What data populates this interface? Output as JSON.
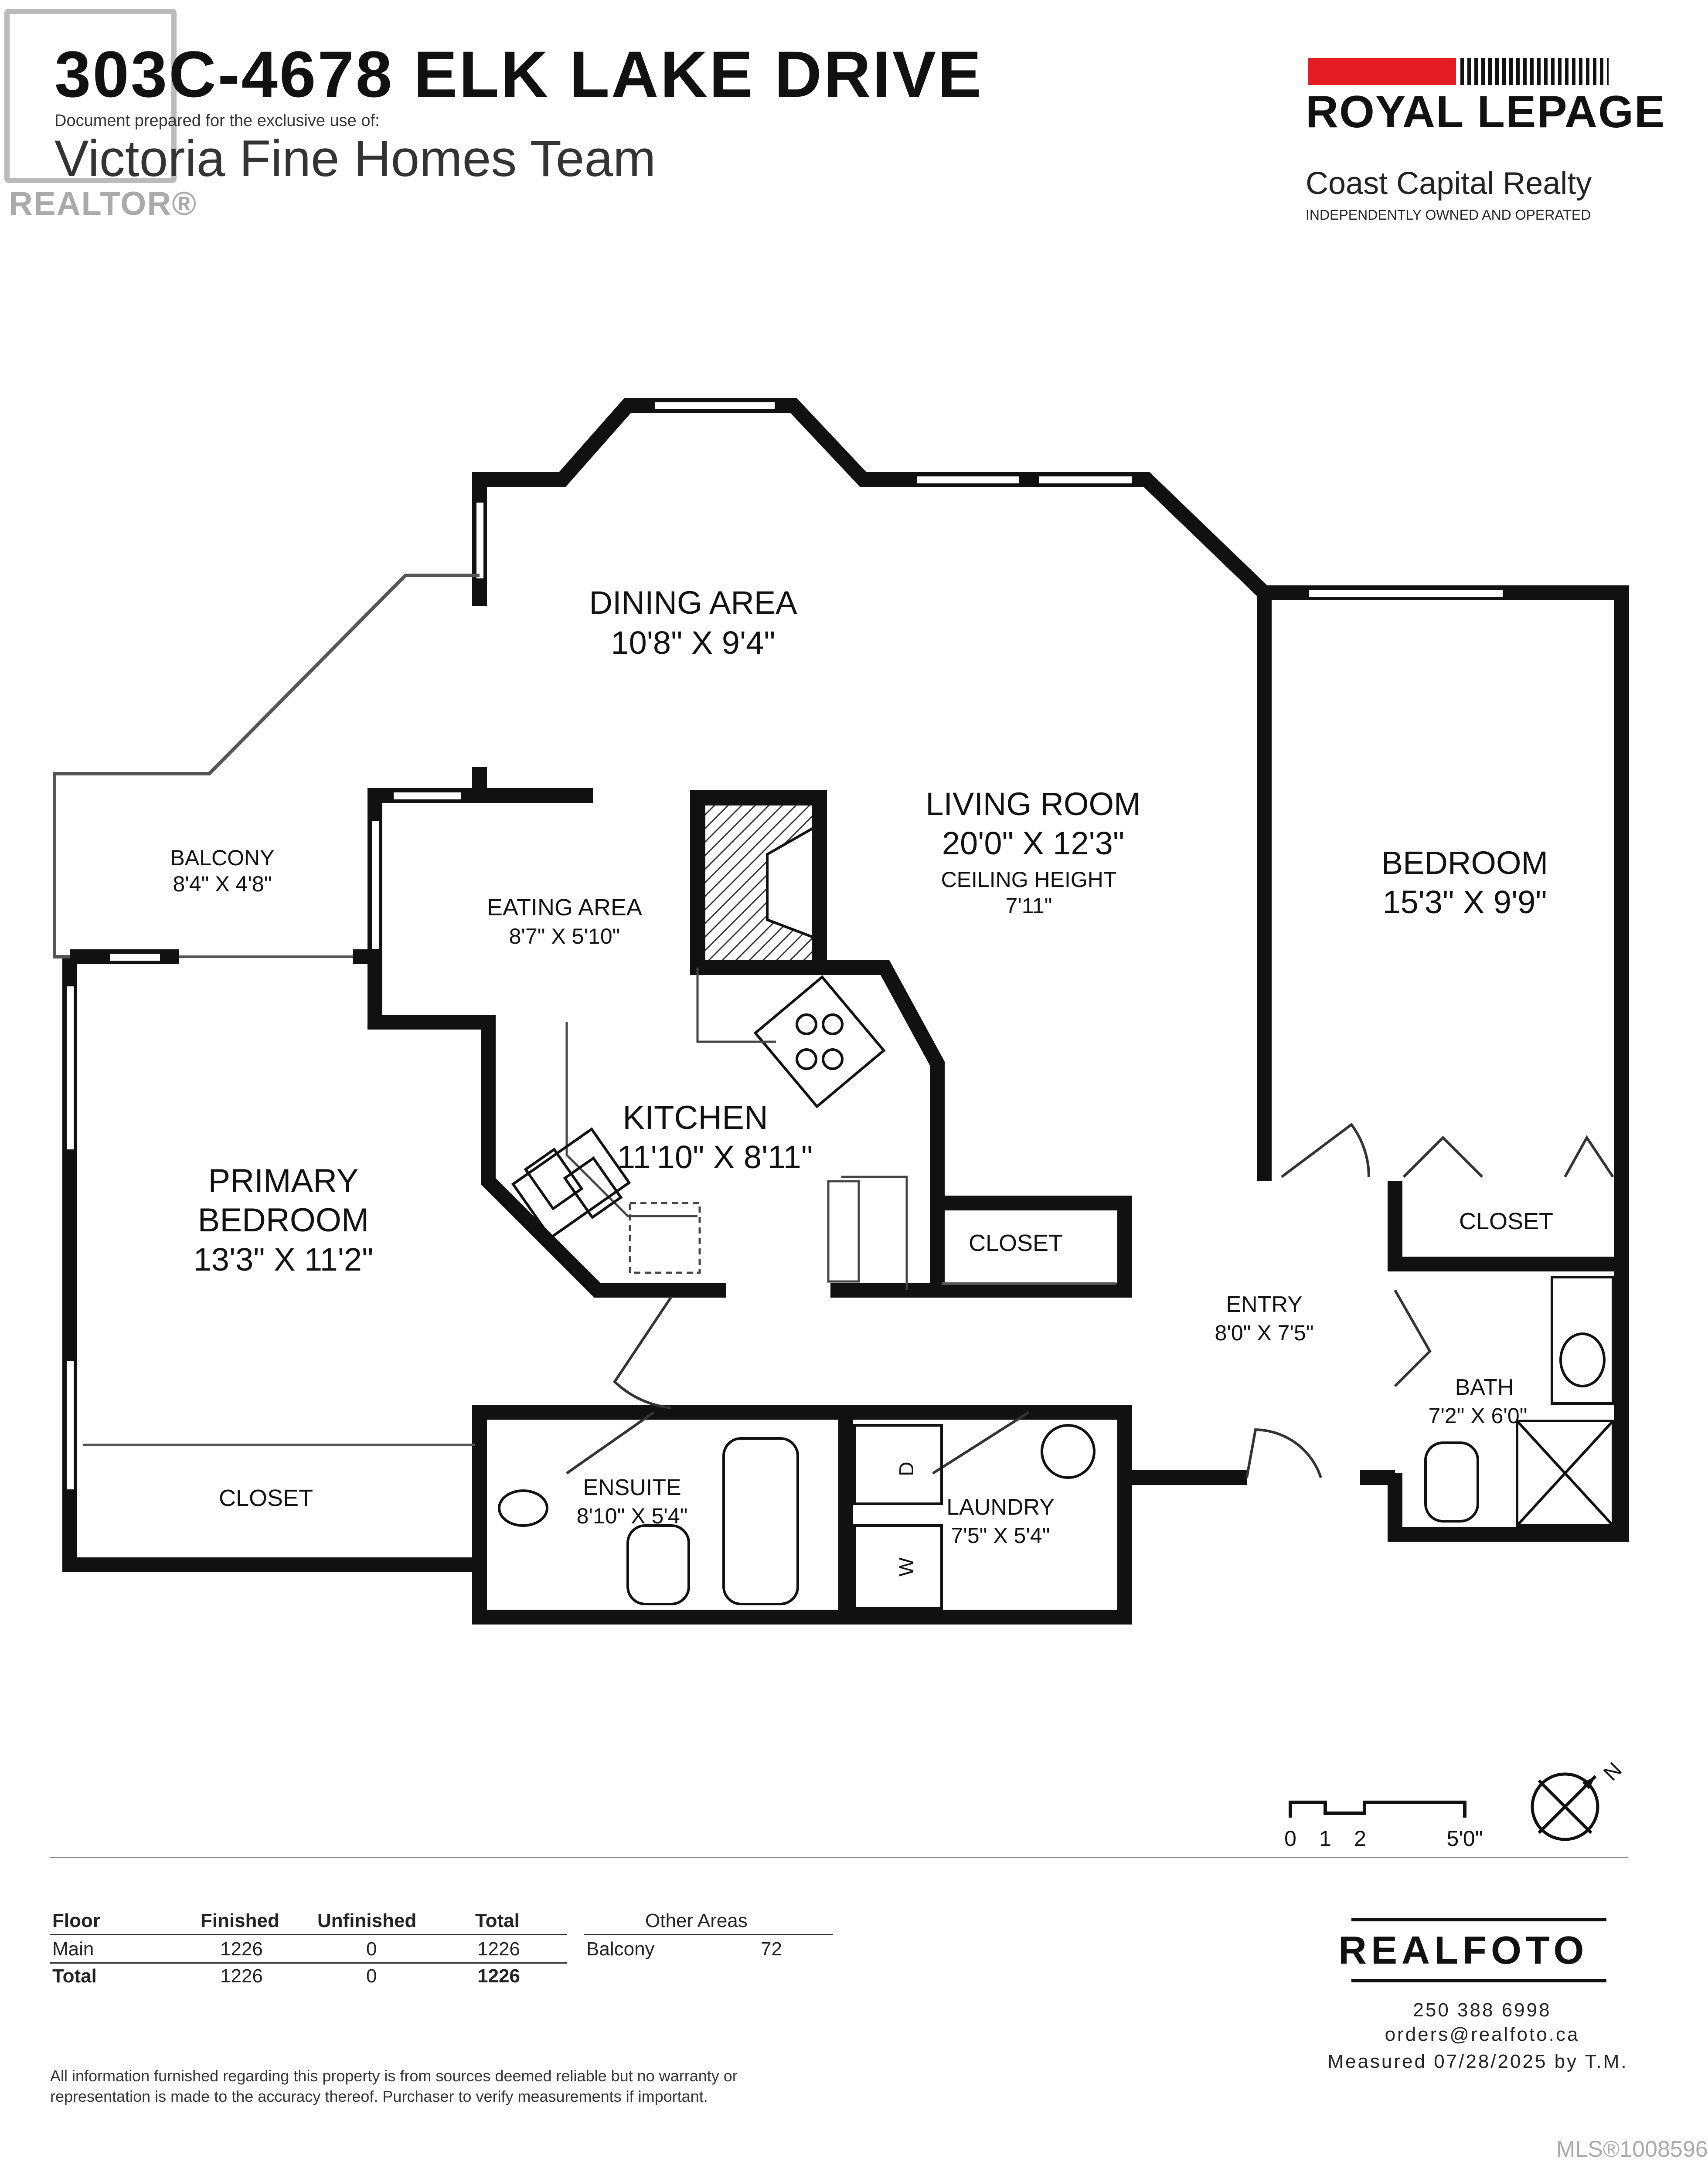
{
  "header": {
    "address": "303C-4678 ELK LAKE DRIVE",
    "prepared_for": "Document prepared for the exclusive use of:",
    "team": "Victoria Fine Homes Team",
    "realtor_mark": "REALTOR®"
  },
  "brokerage": {
    "name": "ROYAL LEPAGE",
    "office": "Coast Capital Realty",
    "tagline": "INDEPENDENTLY OWNED AND OPERATED",
    "brand_red": "#e41b23"
  },
  "rooms": {
    "dining": {
      "name": "DINING AREA",
      "size": "10'8\" X 9'4\""
    },
    "living": {
      "name": "LIVING ROOM",
      "size": "20'0\" X 12'3\"",
      "note": "CEILING HEIGHT",
      "note_value": "7'11\""
    },
    "bedroom": {
      "name": "BEDROOM",
      "size": "15'3\" X 9'9\""
    },
    "balcony": {
      "name": "BALCONY",
      "size": "8'4\" X 4'8\""
    },
    "eating": {
      "name": "EATING AREA",
      "size": "8'7\" X 5'10\""
    },
    "kitchen": {
      "name": "KITCHEN",
      "size": "11'10\" X 8'11\""
    },
    "primary": {
      "name_line1": "PRIMARY",
      "name_line2": "BEDROOM",
      "size": "13'3\" X 11'2\""
    },
    "closet_center": {
      "name": "CLOSET"
    },
    "closet_bedroom": {
      "name": "CLOSET"
    },
    "closet_primary": {
      "name": "CLOSET"
    },
    "entry": {
      "name": "ENTRY",
      "size": "8'0\" X 7'5\""
    },
    "bath": {
      "name": "BATH",
      "size": "7'2\" X 6'0\""
    },
    "ensuite": {
      "name": "ENSUITE",
      "size": "8'10\" X 5'4\""
    },
    "laundry": {
      "name": "LAUNDRY",
      "size": "7'5\" X 5'4\""
    }
  },
  "appliances": {
    "dryer": "D",
    "washer": "W"
  },
  "scale": {
    "t0": "0",
    "t1": "1",
    "t2": "2",
    "t5": "5'0\""
  },
  "compass": {
    "north": "N"
  },
  "area_table": {
    "headers": [
      "Floor",
      "Finished",
      "Unfinished",
      "Total"
    ],
    "rows": [
      {
        "floor": "Main",
        "finished": "1226",
        "unfinished": "0",
        "total": "1226"
      },
      {
        "floor": "Total",
        "finished": "1226",
        "unfinished": "0",
        "total": "1226"
      }
    ],
    "other_header": "Other Areas",
    "other": {
      "name": "Balcony",
      "value": "72"
    }
  },
  "footer": {
    "brand": "REALFOTO",
    "phone": "250 388 6998",
    "email": "orders@realfoto.ca",
    "measured": "Measured 07/28/2025 by T.M.",
    "disclaimer": "All information furnished regarding this property is from sources deemed reliable but no warranty or representation is made to the accuracy thereof. Purchaser to verify measurements if important.",
    "mls": "MLS®1008596"
  }
}
